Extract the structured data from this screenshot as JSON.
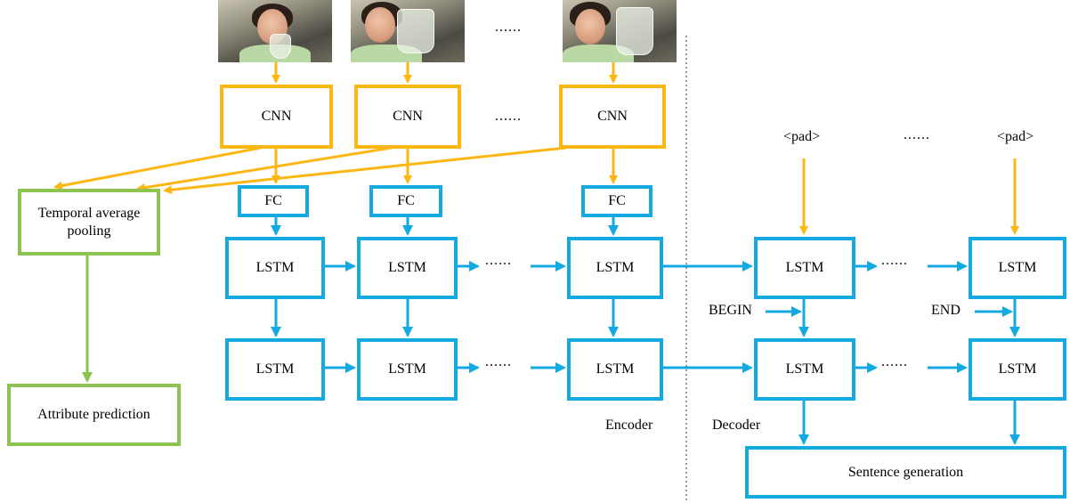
{
  "colors": {
    "cnn": "#FDB713",
    "lstm": "#15A9E1",
    "attribute": "#8DC451"
  },
  "frames": [
    {
      "name": "video-frame-1",
      "alt": "video frame"
    },
    {
      "name": "video-frame-2",
      "alt": "video frame"
    },
    {
      "name": "video-frame-3",
      "alt": "video frame"
    }
  ],
  "ellipsis": "......",
  "cnn_label": "CNN",
  "fc_label": "FC",
  "lstm_label": "LSTM",
  "pad_label": "<pad>",
  "begin_label": "BEGIN",
  "end_label": "END",
  "pooling_label": "Temporal average pooling",
  "attribute_label": "Attribute prediction",
  "encoder_label": "Encoder",
  "decoder_label": "Decoder",
  "sentence_label": "Sentence generation"
}
